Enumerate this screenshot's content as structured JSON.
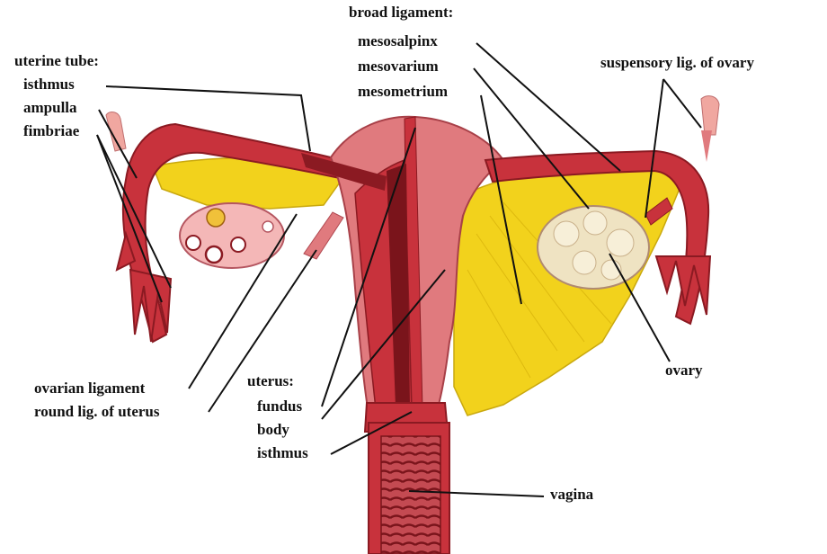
{
  "labels": {
    "broad_ligament_heading": "broad ligament:",
    "mesosalpinx": "mesosalpinx",
    "mesovarium": "mesovarium",
    "mesometrium": "mesometrium",
    "uterine_tube_heading": "uterine tube:",
    "isthmus_tube": "isthmus",
    "ampulla": "ampulla",
    "fimbriae": "fimbriae",
    "suspensory_lig": "suspensory lig. of ovary",
    "ovarian_ligament": "ovarian ligament",
    "round_lig": "round lig. of uterus",
    "uterus_heading": "uterus:",
    "fundus": "fundus",
    "body": "body",
    "isthmus_uterus": "isthmus",
    "ovary": "ovary",
    "vagina": "vagina"
  },
  "colors": {
    "tissue_red": "#c8323c",
    "tissue_dark": "#8b1a22",
    "tissue_pink": "#e07a7e",
    "ligament_yellow": "#f2d21c",
    "ovary_cream": "#efe3c2",
    "leader_line": "#111111"
  }
}
